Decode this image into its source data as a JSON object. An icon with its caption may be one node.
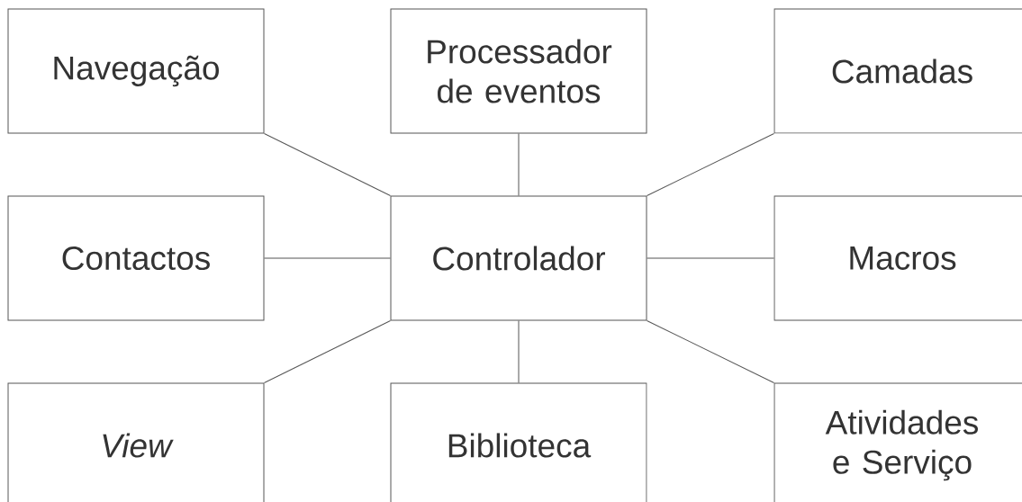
{
  "diagram": {
    "nodes": [
      {
        "text": [
          "Navegação"
        ]
      },
      {
        "text": [
          "Processador de eventos"
        ]
      },
      {
        "text": [
          "Camadas"
        ]
      },
      {
        "text": [
          "Contactos"
        ]
      },
      {
        "text": [
          "Controlador"
        ]
      },
      {
        "text": [
          "Macros"
        ]
      },
      {
        "text": [
          "View"
        ]
      },
      {
        "text": [
          "Biblioteca"
        ]
      },
      {
        "text": [
          "Atividades e Serviço"
        ]
      }
    ],
    "edges": [
      {
        "from": 4,
        "to": 0,
        "arrow": "none"
      },
      {
        "from": 4,
        "to": 1,
        "arrow": "none"
      },
      {
        "from": 4,
        "to": 2,
        "arrow": "none"
      },
      {
        "from": 4,
        "to": 3,
        "arrow": "none"
      },
      {
        "from": 4,
        "to": 5,
        "arrow": "none"
      },
      {
        "from": 4,
        "to": 6,
        "arrow": "none"
      },
      {
        "from": 4,
        "to": 7,
        "arrow": "none"
      },
      {
        "from": 4,
        "to": 8,
        "arrow": "none"
      }
    ]
  }
}
